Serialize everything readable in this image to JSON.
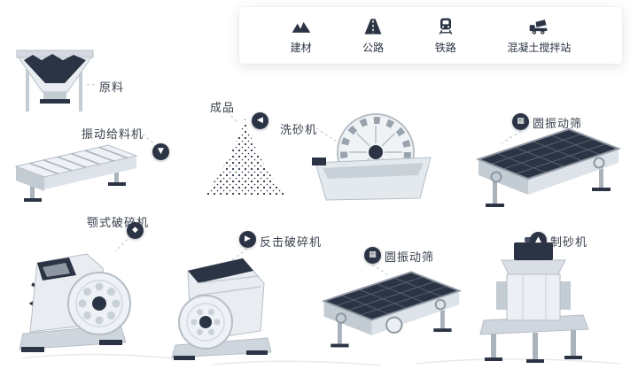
{
  "legend": {
    "items": [
      {
        "label": "建材",
        "icon": "building-materials-icon"
      },
      {
        "label": "公路",
        "icon": "highway-icon"
      },
      {
        "label": "铁路",
        "icon": "railway-icon"
      },
      {
        "label": "混凝土搅拌站",
        "icon": "concrete-mixing-station-icon"
      }
    ]
  },
  "machines": {
    "raw_material": {
      "label": "原料"
    },
    "vibrating_feeder": {
      "label": "振动给料机",
      "badge_glyph": "▼"
    },
    "jaw_crusher": {
      "label": "颚式破碎机",
      "badge_glyph": "◆"
    },
    "impact_crusher": {
      "label": "反击破碎机",
      "badge_glyph": "▶"
    },
    "finished_product": {
      "label": "成品"
    },
    "sand_washer": {
      "label": "洗砂机",
      "badge_glyph": "◀"
    },
    "screen_top": {
      "label": "圆振动筛",
      "badge_glyph": "▦"
    },
    "screen_bottom": {
      "label": "圆振动筛",
      "badge_glyph": "▦"
    },
    "sand_maker": {
      "label": "制砂机",
      "badge_glyph": "▲"
    }
  },
  "colors": {
    "accent_dark": "#2b3444",
    "machine_light": "#e9edf2",
    "machine_mid": "#d3dae1",
    "text": "#39414d",
    "leader_line": "#bcc4cb"
  }
}
